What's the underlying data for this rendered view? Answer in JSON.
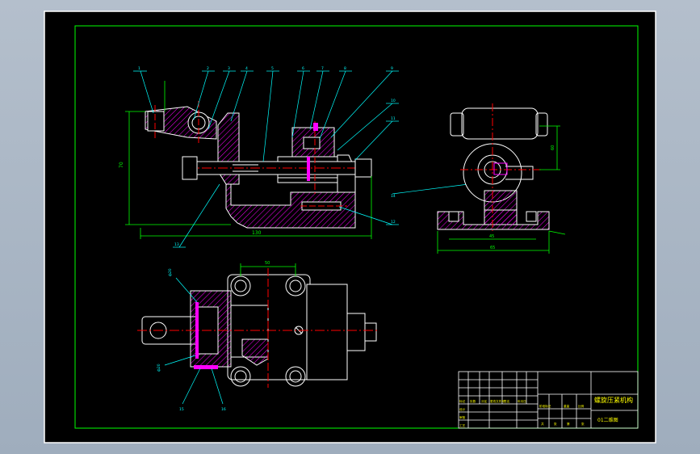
{
  "drawing": {
    "title_block": {
      "part_name": "螺旋压紧机构",
      "drawing_number": "01二维图",
      "header_cells": [
        "标记",
        "处数",
        "分区",
        "更改文件号",
        "签名",
        "年月日"
      ],
      "row_labels": [
        "设计",
        "审核",
        "工艺"
      ],
      "stage_cells": [
        "阶段标记",
        "重量",
        "比例"
      ],
      "bottom_cells": [
        "共",
        "张",
        "第",
        "张"
      ]
    },
    "balloons_front": [
      "1",
      "2",
      "3",
      "4",
      "5",
      "6",
      "7",
      "8",
      "9",
      "10",
      "11",
      "12",
      "13",
      "14"
    ],
    "balloons_plan": [
      "ф20",
      "ф20",
      "15",
      "16"
    ],
    "dimensions": {
      "front_length": "130",
      "front_height": "70",
      "side_width": "65",
      "side_inner": "45",
      "side_height": "60",
      "plan_top": "50"
    },
    "colors": {
      "outline": "#ffffff",
      "border": "#00ff00",
      "hatch": "#ff00ff",
      "center": "#ff0000",
      "leader": "#00ffff",
      "dimension": "#00ff00",
      "paper": "#000000"
    }
  }
}
